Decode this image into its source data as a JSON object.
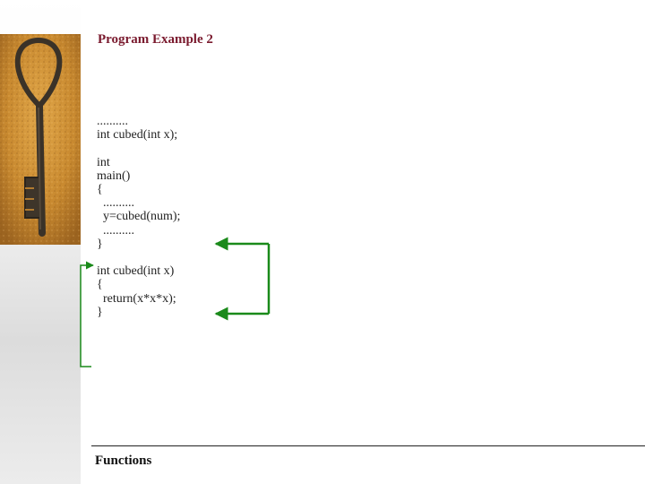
{
  "slide": {
    "title": "Program Example 2",
    "footer": "Functions"
  },
  "code": {
    "lines": [
      "..........",
      "int cubed(int x);",
      "",
      "int",
      "main()",
      "{",
      "  ..........",
      "  y=cubed(num);",
      "  ..........",
      "}",
      "",
      "int cubed(int x)",
      "{",
      "  return(x*x*x);",
      "}"
    ]
  },
  "colors": {
    "title": "#7a1a2e",
    "arrow": "#1a8a1a"
  },
  "icons": {
    "decoration": "antique-key-on-sand-image"
  }
}
